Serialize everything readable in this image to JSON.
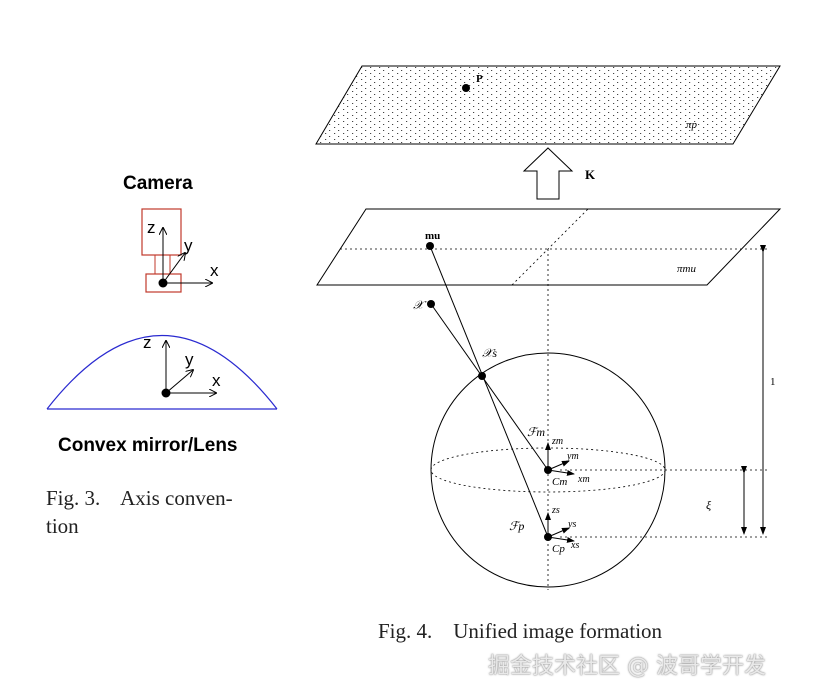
{
  "fig3": {
    "camera_title": "Camera",
    "mirror_title": "Convex mirror/Lens",
    "axis_x": "x",
    "axis_y": "y",
    "axis_z": "z",
    "caption_line1": "Fig. 3.    Axis conven-",
    "caption_line2": "tion"
  },
  "fig4": {
    "label_P": "P",
    "label_pi_p": "πp",
    "label_K": "K",
    "label_m_u": "mu",
    "label_pi_mu": "πmu",
    "label_X": "𝒳",
    "label_Xs": "𝒳s",
    "label_one": "1",
    "label_Fm": "ℱm",
    "label_zm": "zm",
    "label_ym": "ym",
    "label_Cm": "Cm",
    "label_xm": "xm",
    "label_xi": "ξ",
    "label_zs": "zs",
    "label_Fp": "ℱp",
    "label_ys": "ys",
    "label_Cp": "Cp",
    "label_xs": "xs",
    "caption": "Fig. 4.    Unified image formation"
  },
  "watermark": "掘金技术社区 @ 波哥学开发",
  "colors": {
    "ink": "#000000",
    "camera_box": "#c0392b",
    "mirror_arc": "#2a2ad0"
  }
}
